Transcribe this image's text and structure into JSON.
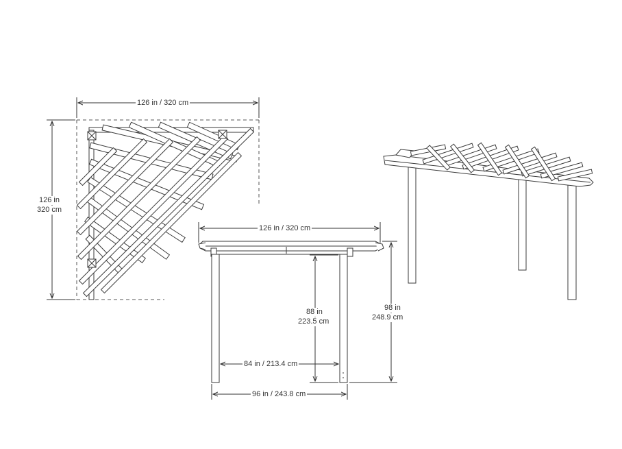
{
  "plan_view": {
    "width_label": "126 in / 320 cm",
    "depth_label_in": "126 in",
    "depth_label_cm": "320 cm"
  },
  "front_view": {
    "top_width_label": "126 in / 320 cm",
    "clearance_label_in": "88 in",
    "clearance_label_cm": "223.5 cm",
    "total_height_label_in": "98 in",
    "total_height_label_cm": "248.9 cm",
    "inner_width_label": "84 in / 213.4 cm",
    "post_span_label": "96 in / 243.8 cm"
  },
  "colors": {
    "line": "#333333",
    "wood_stroke": "#3a3a3a",
    "dashed": "#555555"
  }
}
